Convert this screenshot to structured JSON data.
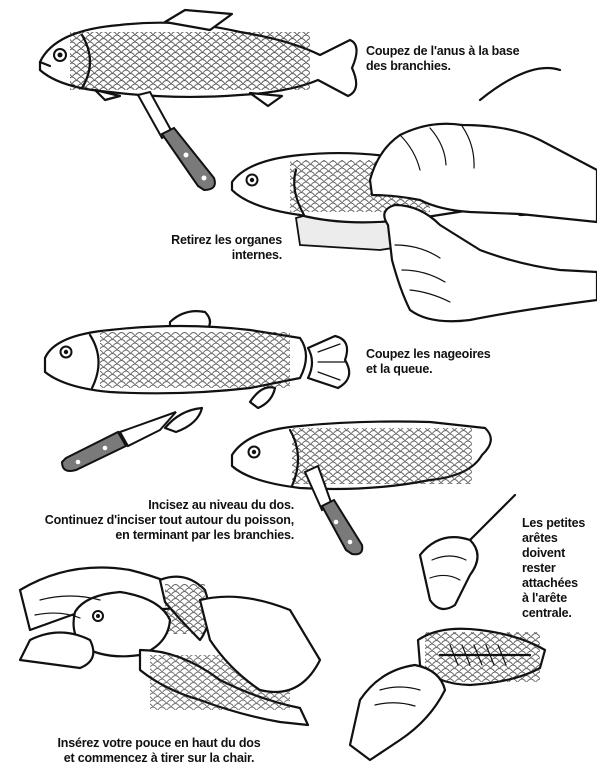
{
  "steps": [
    {
      "lines": [
        "Coupez de l'anus à la base",
        "des branchies."
      ]
    },
    {
      "lines": [
        "Retirez les organes",
        "internes."
      ]
    },
    {
      "lines": [
        "Coupez les nageoires",
        "et la queue."
      ]
    },
    {
      "lines": [
        "Incisez au niveau du dos.",
        "Continuez d'inciser tout autour du poisson,",
        "en terminant par les branchies."
      ]
    },
    {
      "lines": [
        "Les petites",
        "arêtes",
        "doivent",
        "rester",
        "attachées",
        "à l'arête",
        "centrale."
      ]
    },
    {
      "lines": [
        "Insérez votre pouce en haut du dos",
        "et commencez à tirer sur la chair."
      ]
    }
  ]
}
